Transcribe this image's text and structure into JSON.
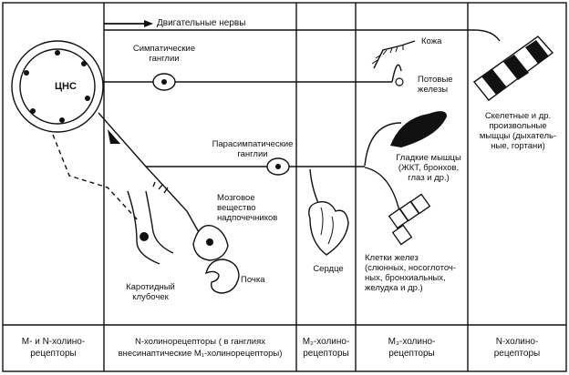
{
  "diagram": {
    "cns_label": "ЦНС",
    "motor_nerves": "Двигательные нервы",
    "sympathetic_ganglia": "Симпатические\nганглии",
    "parasympathetic_ganglia": "Парасимпатические\nганглии",
    "skin": "Кожа",
    "sweat_glands": "Потовые\nжелезы",
    "smooth_muscles": "Гладкие мышцы\n(ЖКТ, бронхов,\nглаз и др.)",
    "skeletal_muscles": "Скелетные и др.\nпроизвольные\nмыщцы (дыхатель-\nные, гортани)",
    "adrenal_medulla": "Мозговое\nвещество\nнадпочечников",
    "kidney": "Почка",
    "carotid_body": "Каротидный\nклубочек",
    "heart": "Сердце",
    "gland_cells": "Клетки желез\n(слюнных, носоглоточ-\nных, бронхиальных,\nжелудка и др.)"
  },
  "footer": [
    "M- и N-холино-\nрецепторы",
    "N-холинорецепторы ( в ганглиях\nвнесинаптические M₁-холинорецепторы)",
    "M₂-холино-\nрецепторы",
    "M₃-холино-\nрецепторы",
    "N-холино-\nрецепторы"
  ]
}
